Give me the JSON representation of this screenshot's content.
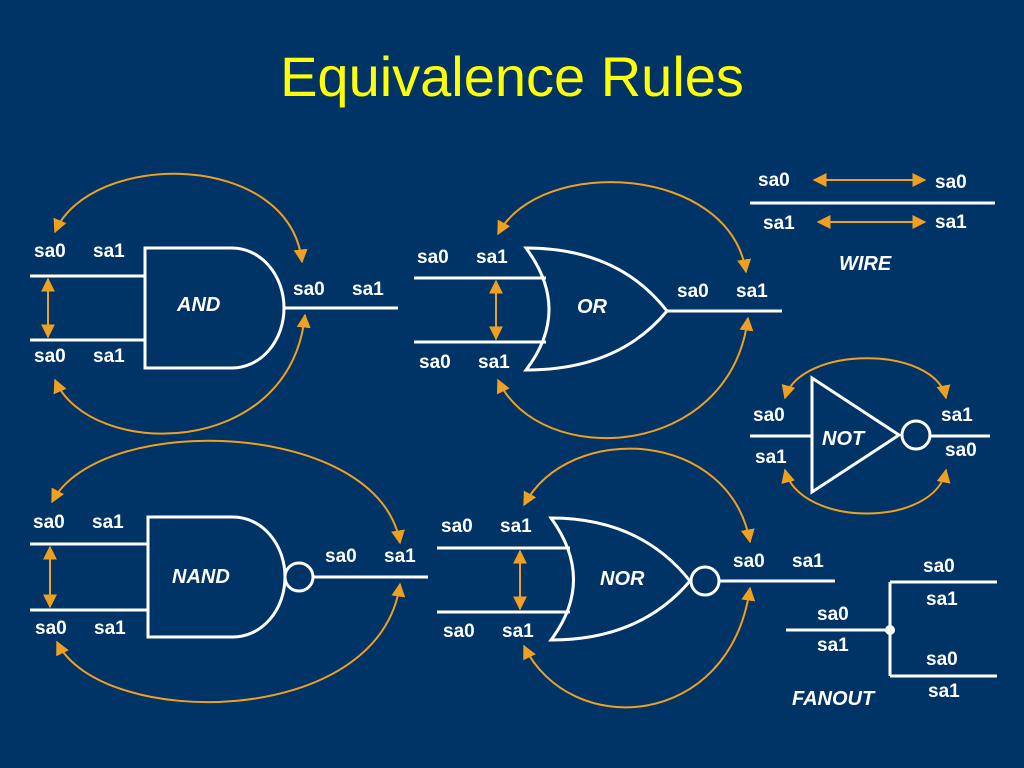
{
  "title": "Equivalence Rules",
  "colors": {
    "background": "#003366",
    "title": "#ffff00",
    "lines": "#ffffff",
    "arrows": "#f0a020"
  },
  "gates": {
    "and": {
      "name": "AND",
      "in1_sa0": "sa0",
      "in1_sa1": "sa1",
      "in2_sa0": "sa0",
      "in2_sa1": "sa1",
      "out_sa0": "sa0",
      "out_sa1": "sa1"
    },
    "or": {
      "name": "OR",
      "in1_sa0": "sa0",
      "in1_sa1": "sa1",
      "in2_sa0": "sa0",
      "in2_sa1": "sa1",
      "out_sa0": "sa0",
      "out_sa1": "sa1"
    },
    "nand": {
      "name": "NAND",
      "in1_sa0": "sa0",
      "in1_sa1": "sa1",
      "in2_sa0": "sa0",
      "in2_sa1": "sa1",
      "out_sa0": "sa0",
      "out_sa1": "sa1"
    },
    "nor": {
      "name": "NOR",
      "in1_sa0": "sa0",
      "in1_sa1": "sa1",
      "in2_sa0": "sa0",
      "in2_sa1": "sa1",
      "out_sa0": "sa0",
      "out_sa1": "sa1"
    },
    "wire": {
      "name": "WIRE",
      "left_sa0": "sa0",
      "right_sa0": "sa0",
      "left_sa1": "sa1",
      "right_sa1": "sa1"
    },
    "not": {
      "name": "NOT",
      "in_sa0": "sa0",
      "in_sa1": "sa1",
      "out_sa1": "sa1",
      "out_sa0": "sa0"
    },
    "fanout": {
      "name": "FANOUT",
      "stem_sa0": "sa0",
      "stem_sa1": "sa1",
      "top_sa0": "sa0",
      "top_sa1": "sa1",
      "bottom_sa0": "sa0",
      "bottom_sa1": "sa1"
    }
  }
}
